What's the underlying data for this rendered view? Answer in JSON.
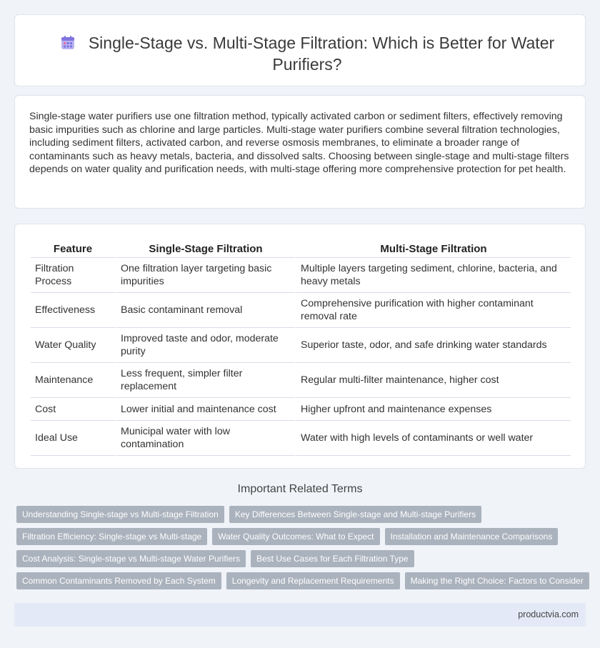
{
  "header": {
    "icon": "calendar-icon",
    "title": "Single-Stage vs. Multi-Stage Filtration: Which is Better for Water Purifiers?"
  },
  "summary": "Single-stage water purifiers use one filtration method, typically activated carbon or sediment filters, effectively removing basic impurities such as chlorine and large particles. Multi-stage water purifiers combine several filtration technologies, including sediment filters, activated carbon, and reverse osmosis membranes, to eliminate a broader range of contaminants such as heavy metals, bacteria, and dissolved salts. Choosing between single-stage and multi-stage filters depends on water quality and purification needs, with multi-stage offering more comprehensive protection for pet health.",
  "table": {
    "headers": [
      "Feature",
      "Single-Stage Filtration",
      "Multi-Stage Filtration"
    ],
    "rows": [
      [
        "Filtration Process",
        "One filtration layer targeting basic impurities",
        "Multiple layers targeting sediment, chlorine, bacteria, and heavy metals"
      ],
      [
        "Effectiveness",
        "Basic contaminant removal",
        "Comprehensive purification with higher contaminant removal rate"
      ],
      [
        "Water Quality",
        "Improved taste and odor, moderate purity",
        "Superior taste, odor, and safe drinking water standards"
      ],
      [
        "Maintenance",
        "Less frequent, simpler filter replacement",
        "Regular multi-filter maintenance, higher cost"
      ],
      [
        "Cost",
        "Lower initial and maintenance cost",
        "Higher upfront and maintenance expenses"
      ],
      [
        "Ideal Use",
        "Municipal water with low contamination",
        "Water with high levels of contaminants or well water"
      ]
    ]
  },
  "related": {
    "heading": "Important Related Terms",
    "rows": [
      [
        "Understanding Single-stage vs Multi-stage Filtration",
        "Key Differences Between Single-stage and Multi-stage Purifiers"
      ],
      [
        "Filtration Efficiency: Single-stage vs Multi-stage",
        "Water Quality Outcomes: What to Expect",
        "Installation and Maintenance Comparisons"
      ],
      [
        "Cost Analysis: Single-stage vs Multi-stage Water Purifiers",
        "Best Use Cases for Each Filtration Type"
      ],
      [
        "Common Contaminants Removed by Each System",
        "Longevity and Replacement Requirements",
        "Making the Right Choice: Factors to Consider"
      ]
    ]
  },
  "footer": {
    "site": "productvia.com"
  }
}
